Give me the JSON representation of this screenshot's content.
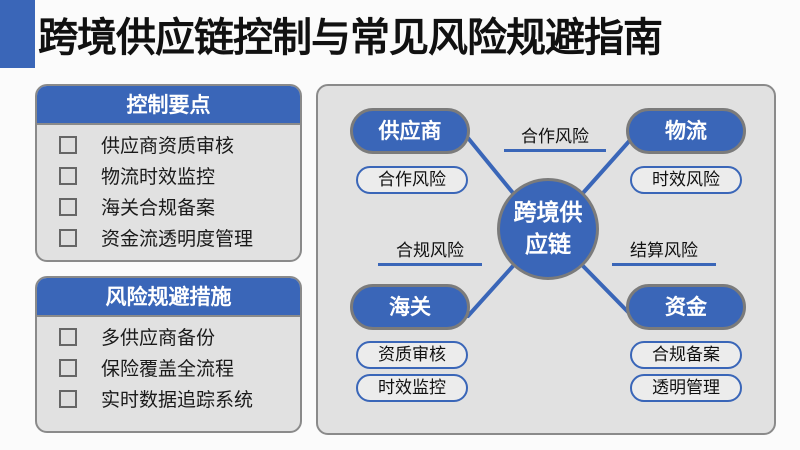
{
  "header": {
    "title": "跨境供应链控制与常见风险规避指南",
    "accent_color": "#3a66b8"
  },
  "controls_card": {
    "title": "控制要点",
    "items": [
      {
        "label": "供应商资质审核",
        "checked": false
      },
      {
        "label": "物流时效监控",
        "checked": false
      },
      {
        "label": "海关合规备案",
        "checked": false
      },
      {
        "label": "资金流透明度管理",
        "checked": false
      }
    ]
  },
  "risk_card": {
    "title": "风险规避措施",
    "items": [
      {
        "label": "多供应商备份",
        "checked": false
      },
      {
        "label": "保险覆盖全流程",
        "checked": false
      },
      {
        "label": "实时数据追踪系统",
        "checked": false
      }
    ]
  },
  "diagram": {
    "hub": "跨境供应链",
    "nodes": [
      {
        "id": "supplier",
        "label": "供应商",
        "tags": [
          "合作风险"
        ]
      },
      {
        "id": "logistics",
        "label": "物流",
        "tags": [
          "时效风险"
        ]
      },
      {
        "id": "customs",
        "label": "海关",
        "tags": [
          "资质审核",
          "时效监控"
        ]
      },
      {
        "id": "funds",
        "label": "资金",
        "tags": [
          "合规备案",
          "透明管理"
        ]
      }
    ],
    "edge_labels": {
      "top": "合作风险",
      "left": "合规风险",
      "right": "结算风险"
    }
  }
}
